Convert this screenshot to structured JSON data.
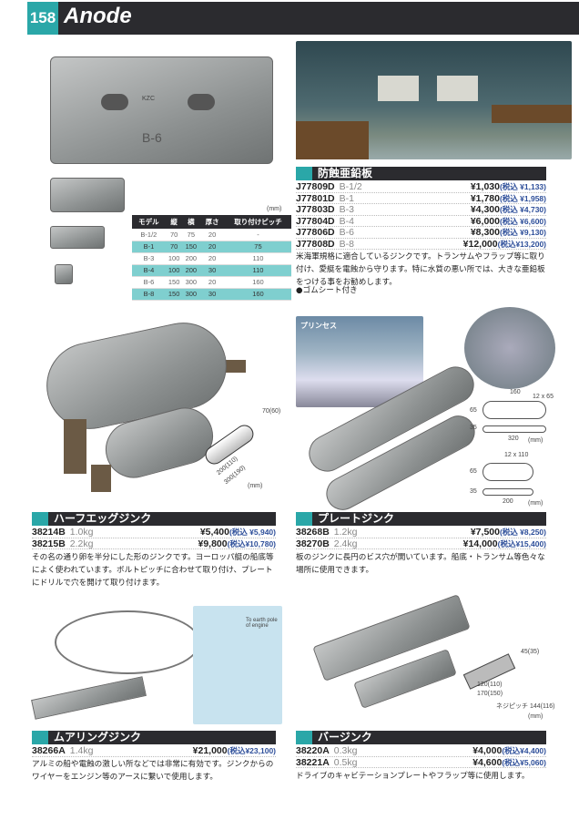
{
  "header": {
    "page_number": "158",
    "title": "Anode"
  },
  "board": {
    "table": {
      "unit": "(mm)",
      "headers": [
        "モデル",
        "縦",
        "横",
        "厚さ",
        "取り付けピッチ"
      ],
      "rows": [
        [
          "B-1/2",
          "70",
          "75",
          "20",
          "-"
        ],
        [
          "B-1",
          "70",
          "150",
          "20",
          "75"
        ],
        [
          "B-3",
          "100",
          "200",
          "20",
          "110"
        ],
        [
          "B-4",
          "100",
          "200",
          "30",
          "110"
        ],
        [
          "B-6",
          "150",
          "300",
          "20",
          "160"
        ],
        [
          "B-8",
          "150",
          "300",
          "30",
          "160"
        ]
      ]
    },
    "plate_marks": [
      "B-6",
      "KZC"
    ],
    "title": "防蝕亜鉛板",
    "items": [
      {
        "code": "J77809D",
        "variant": "B-1/2",
        "price": "¥1,030",
        "tax": "(税込 ¥1,133)"
      },
      {
        "code": "J77801D",
        "variant": "B-1",
        "price": "¥1,780",
        "tax": "(税込 ¥1,958)"
      },
      {
        "code": "J77803D",
        "variant": "B-3",
        "price": "¥4,300",
        "tax": "(税込 ¥4,730)"
      },
      {
        "code": "J77804D",
        "variant": "B-4",
        "price": "¥6,000",
        "tax": "(税込 ¥6,600)"
      },
      {
        "code": "J77806D",
        "variant": "B-6",
        "price": "¥8,300",
        "tax": "(税込 ¥9,130)"
      },
      {
        "code": "J77808D",
        "variant": "B-8",
        "price": "¥12,000",
        "tax": "(税込¥13,200)"
      }
    ],
    "description": "米海軍規格に適合しているジンクです。トランサムやフラップ等に取り付け、愛艇を電蝕から守ります。特に水質の悪い所では、大きな亜鉛板をつける事をお勧めします。",
    "note": "●ゴムシート付き"
  },
  "halfegg": {
    "title": "ハーフエッグジンク",
    "dims": [
      "70(60)",
      "200(110)",
      "300(190)",
      "(mm)"
    ],
    "items": [
      {
        "code": "38214B",
        "variant": "1.0kg",
        "price": "¥5,400",
        "tax": "(税込 ¥5,940)"
      },
      {
        "code": "38215B",
        "variant": "2.2kg",
        "price": "¥9,800",
        "tax": "(税込¥10,780)"
      }
    ],
    "description": "その名の通り卵を半分にした形のジンクです。ヨーロッパ艇の船底等によく使われています。ボルトピッチに合わせて取り付け、プレートにドリルで穴を開けて取り付けます。"
  },
  "plate": {
    "title": "プレートジンク",
    "photo_label": "プリンセス",
    "dims1": [
      "160",
      "12 x 65",
      "65",
      "35",
      "320",
      "(mm)"
    ],
    "dims2": [
      "12 x 110",
      "65",
      "35",
      "200",
      "(mm)"
    ],
    "items": [
      {
        "code": "38268B",
        "variant": "1.2kg",
        "price": "¥7,500",
        "tax": "(税込 ¥8,250)"
      },
      {
        "code": "38270B",
        "variant": "2.4kg",
        "price": "¥14,000",
        "tax": "(税込¥15,400)"
      }
    ],
    "description": "板のジンクに長円のビス穴が開いています。船底・トランサム等色々な場所に使用できます。"
  },
  "mooring": {
    "title": "ムアリングジンク",
    "diagram_label": "To earth pole of engine",
    "items": [
      {
        "code": "38266A",
        "variant": "1.4kg",
        "price": "¥21,000",
        "tax": "(税込¥23,100)"
      }
    ],
    "description": "アルミの船や電蝕の激しい所などでは非常に有効です。ジンクからのワイヤーをエンジン等のアースに繋いで使用します。"
  },
  "bar": {
    "title": "バージンク",
    "dims": [
      "45(35)",
      "120(110)",
      "170(150)",
      "ネジピッチ 144(116)",
      "(mm)"
    ],
    "items": [
      {
        "code": "38220A",
        "variant": "0.3kg",
        "price": "¥4,000",
        "tax": "(税込¥4,400)"
      },
      {
        "code": "38221A",
        "variant": "0.5kg",
        "price": "¥4,600",
        "tax": "(税込¥5,060)"
      }
    ],
    "description": "ドライブのキャビテーションプレートやフラップ等に使用します。"
  }
}
